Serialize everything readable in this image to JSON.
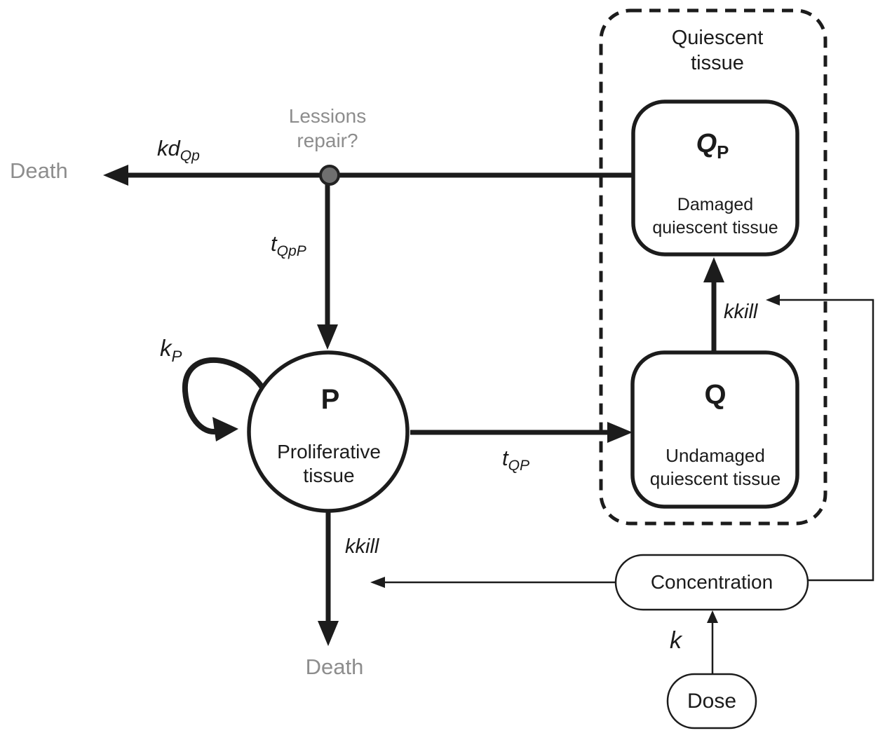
{
  "figure": {
    "background": "#ffffff",
    "colors": {
      "ink": "#1b1b1b",
      "line": "#1c1c1c",
      "gray_text": "#8d8d8d",
      "junction_fill": "#6f6f6f"
    },
    "quiescent_group": {
      "title_line1": "Quiescent",
      "title_line2": "tissue"
    },
    "nodes": {
      "damaged_quiescent": {
        "symbol_main": "Q",
        "symbol_sub": "P",
        "desc_line1": "Damaged",
        "desc_line2": "quiescent tissue"
      },
      "undamaged_quiescent": {
        "symbol": "Q",
        "desc_line1": "Undamaged",
        "desc_line2": "quiescent tissue"
      },
      "proliferative": {
        "symbol": "P",
        "desc_line1": "Proliferative",
        "desc_line2": "tissue"
      },
      "concentration": {
        "label": "Concentration"
      },
      "dose": {
        "label": "Dose"
      }
    },
    "rate_labels": {
      "kd_qp": {
        "main": "kd",
        "sub": "Qp"
      },
      "t_qpp": {
        "main": "t",
        "sub": "QpP"
      },
      "t_qp": {
        "main": "t",
        "sub": "QP"
      },
      "k_p": {
        "main": "k",
        "sub": "P"
      },
      "kkill_quiescent": "kkill",
      "kkill_proliferative": "kkill",
      "k_dose": "k"
    },
    "annotations": {
      "death_left": "Death",
      "death_bottom": "Death",
      "lesions_question_line1": "Lessions",
      "lesions_question_line2": "repair?"
    }
  }
}
